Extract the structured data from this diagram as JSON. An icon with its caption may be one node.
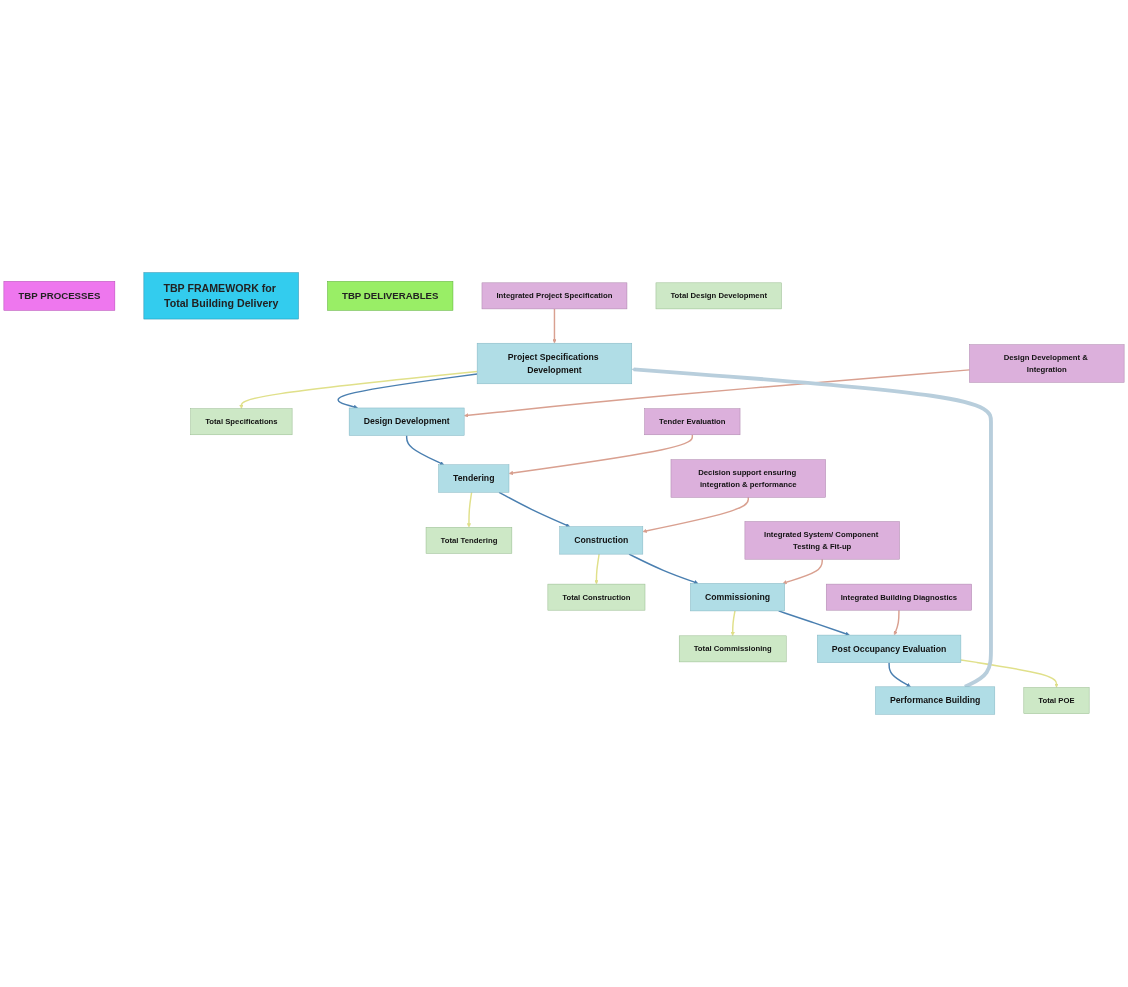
{
  "diagram": {
    "nodes": [
      {
        "text": [
          "TBP PROCESSES"
        ]
      },
      {
        "text": [
          "TBP FRAMEWORK for Total Building Delivery"
        ]
      },
      {
        "text": [
          "TBP DELIVERABLES"
        ]
      },
      {
        "text": [
          "Project Specifications Development"
        ]
      },
      {
        "text": [
          "Design Development"
        ]
      },
      {
        "text": [
          "Tendering"
        ]
      },
      {
        "text": [
          "Construction"
        ]
      },
      {
        "text": [
          "Commissioning"
        ]
      },
      {
        "text": [
          "Post Occupancy Evaluation"
        ]
      },
      {
        "text": [
          "Performance Building"
        ]
      },
      {
        "text": [
          "Integrated Project Specification"
        ]
      },
      {
        "text": [
          "Design Development & Integration"
        ]
      },
      {
        "text": [
          "Tender Evaluation"
        ]
      },
      {
        "text": [
          "Decision support ensuring integration & performance"
        ]
      },
      {
        "text": [
          "Integrated System/ Component Testing & Fit-up"
        ]
      },
      {
        "text": [
          "Integrated Building Diagnostics"
        ]
      },
      {
        "text": [
          "Total Specifications"
        ]
      },
      {
        "text": [
          "Total Design Development"
        ]
      },
      {
        "text": [
          "Total Tendering"
        ]
      },
      {
        "text": [
          "Total Construction"
        ]
      },
      {
        "text": [
          "Total Commissioning"
        ]
      },
      {
        "text": [
          "Total POE"
        ]
      }
    ],
    "edges": [
      {
        "from": 3,
        "to": 4,
        "arrow": "to"
      },
      {
        "from": 4,
        "to": 5,
        "arrow": "to"
      },
      {
        "from": 5,
        "to": 6,
        "arrow": "to"
      },
      {
        "from": 6,
        "to": 7,
        "arrow": "to"
      },
      {
        "from": 7,
        "to": 8,
        "arrow": "to"
      },
      {
        "from": 8,
        "to": 9,
        "arrow": "to"
      },
      {
        "from": 10,
        "to": 3,
        "arrow": "to",
        "color": "#d9a090"
      },
      {
        "from": 11,
        "to": 4,
        "arrow": "to",
        "color": "#d9a090"
      },
      {
        "from": 12,
        "to": 5,
        "arrow": "to",
        "color": "#d9a090"
      },
      {
        "from": 13,
        "to": 6,
        "arrow": "to",
        "color": "#d9a090"
      },
      {
        "from": 14,
        "to": 7,
        "arrow": "to",
        "color": "#d9a090"
      },
      {
        "from": 15,
        "to": 8,
        "arrow": "to",
        "color": "#d9a090"
      },
      {
        "from": 3,
        "to": 16,
        "arrow": "to",
        "color": "#e0e08a"
      },
      {
        "from": 5,
        "to": 18,
        "arrow": "to",
        "color": "#e0e08a"
      },
      {
        "from": 6,
        "to": 19,
        "arrow": "to",
        "color": "#e0e08a"
      },
      {
        "from": 7,
        "to": 20,
        "arrow": "to",
        "color": "#e0e08a"
      },
      {
        "from": 8,
        "to": 21,
        "arrow": "to",
        "color": "#e0e08a"
      },
      {
        "from": 9,
        "to": 3,
        "arrow": "to",
        "style": "thick",
        "color": "#b8cedc"
      }
    ]
  }
}
